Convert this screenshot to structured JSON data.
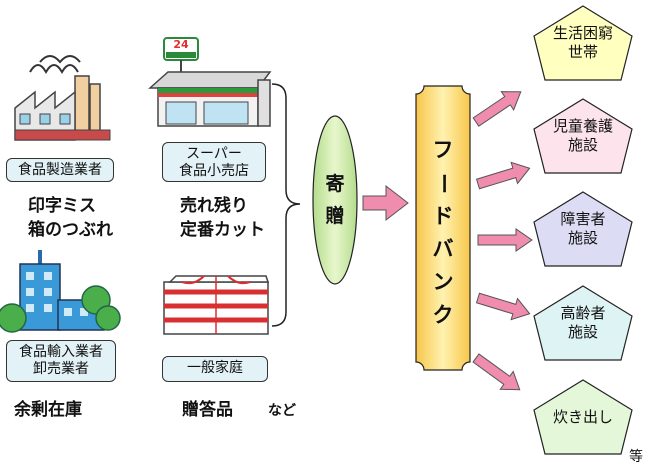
{
  "sources": [
    {
      "label_lines": [
        "食品製造業者"
      ],
      "desc_lines": [
        "印字ミス",
        "箱のつぶれ"
      ]
    },
    {
      "label_lines": [
        "スーパー",
        "食品小売店"
      ],
      "desc_lines": [
        "売れ残り",
        "定番カット"
      ]
    },
    {
      "label_lines": [
        "食品輸入業者",
        "卸売業者"
      ],
      "desc_lines": [
        "余剰在庫"
      ]
    },
    {
      "label_lines": [
        "一般家庭"
      ],
      "desc_lines": [
        "贈答品"
      ]
    }
  ],
  "store_sign": "24",
  "nado": "など",
  "donation": "寄贈",
  "foodbank": "フードバンク",
  "recipients": [
    {
      "lines": [
        "生活困窮",
        "世帯"
      ],
      "color": "#ffffc0"
    },
    {
      "lines": [
        "児童養護",
        "施設"
      ],
      "color": "#fde3ec"
    },
    {
      "lines": [
        "障害者",
        "施設"
      ],
      "color": "#dcdcf5"
    },
    {
      "lines": [
        "高齢者",
        "施設"
      ],
      "color": "#def3f4"
    },
    {
      "lines": [
        "炊き出し"
      ],
      "color": "#e4f7d8"
    }
  ],
  "etc": "等"
}
